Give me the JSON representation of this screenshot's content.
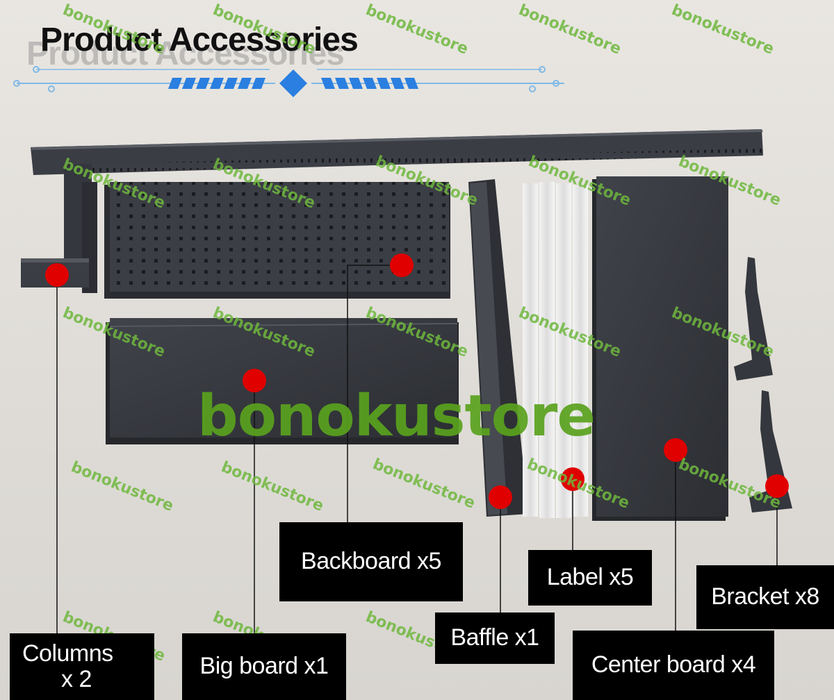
{
  "title": "Product Accessories",
  "watermark": "bonokustore",
  "labels": {
    "columns_line1": "Columns",
    "columns_line2": "x 2",
    "big_board": "Big board x1",
    "backboard": "Backboard x5",
    "baffle": "Baffle x1",
    "label": "Label x5",
    "center_board": "Center board x4",
    "bracket": "Bracket x8"
  },
  "colors": {
    "accent_blue": "#2a7fe0",
    "marker_red": "#e00000",
    "part_dark": "#3a3d44",
    "watermark_green": "#6fb83e"
  }
}
